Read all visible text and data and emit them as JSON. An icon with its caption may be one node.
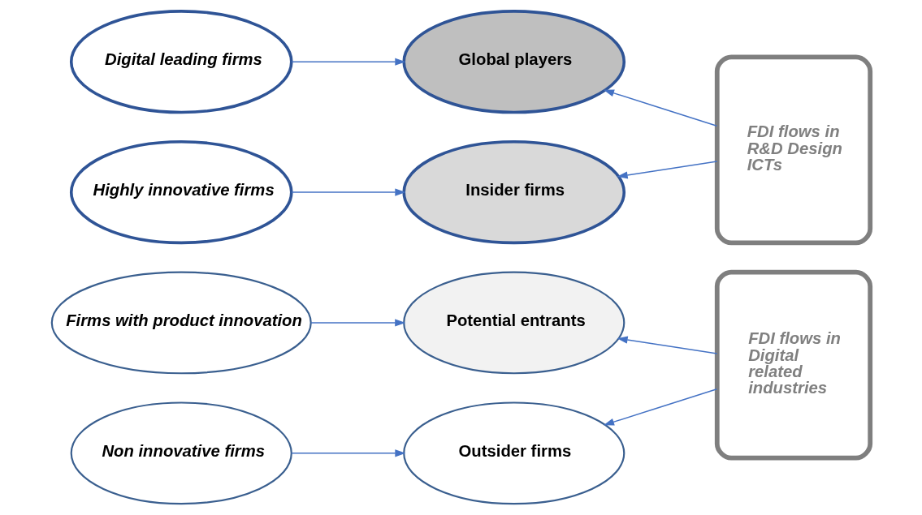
{
  "diagram": {
    "nodes": [
      {
        "text": [
          "Digital leading firms"
        ]
      },
      {
        "text": [
          "Highly innovative firms"
        ]
      },
      {
        "text": [
          "Firms with product innovation"
        ]
      },
      {
        "text": [
          "Non innovative firms"
        ]
      },
      {
        "text": [
          "Global players"
        ]
      },
      {
        "text": [
          "Insider firms"
        ]
      },
      {
        "text": [
          "Potential entrants"
        ]
      },
      {
        "text": [
          "Outsider firms"
        ]
      },
      {
        "text": [
          "FDI flows in R&D Design ICTs"
        ]
      },
      {
        "text": [
          "FDI flows in Digital related industries"
        ]
      }
    ],
    "edges": [
      {
        "from": 0,
        "to": 4,
        "arrow": "to"
      },
      {
        "from": 1,
        "to": 5,
        "arrow": "to"
      },
      {
        "from": 2,
        "to": 6,
        "arrow": "to"
      },
      {
        "from": 3,
        "to": 7,
        "arrow": "to"
      },
      {
        "from": 8,
        "to": 4,
        "arrow": "to"
      },
      {
        "from": 8,
        "to": 5,
        "arrow": "to"
      },
      {
        "from": 9,
        "to": 6,
        "arrow": "to"
      },
      {
        "from": 9,
        "to": 7,
        "arrow": "to"
      }
    ]
  }
}
